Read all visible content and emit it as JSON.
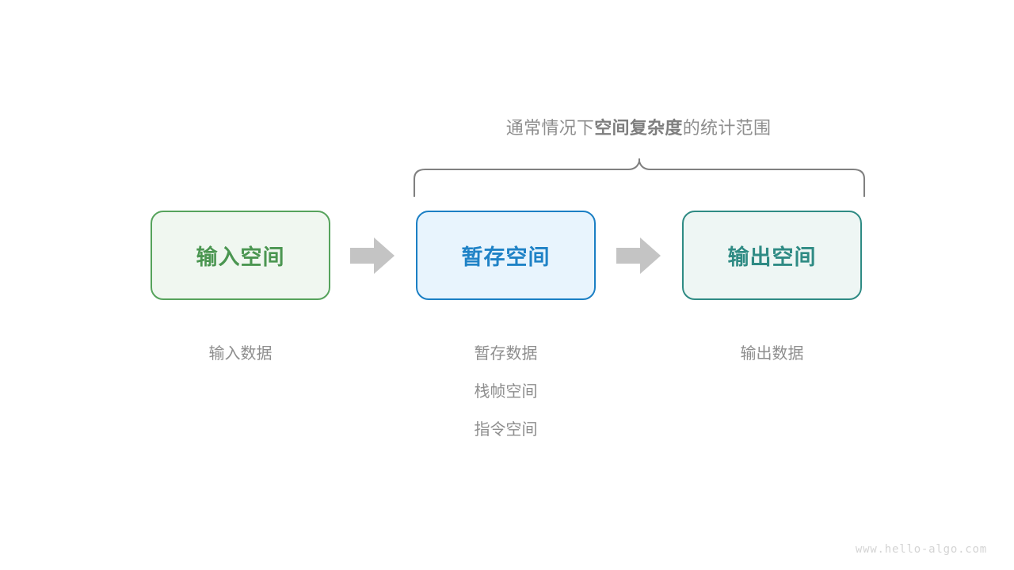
{
  "brace": {
    "caption_prefix": "通常情况下",
    "caption_emphasis": "空间复杂度",
    "caption_suffix": "的统计范围",
    "stroke_color": "#808080"
  },
  "flow": {
    "boxes": [
      {
        "name": "input-space",
        "label": "输入空间",
        "fill": "#f0f7f0",
        "border": "#56a35c",
        "text": "#4b9651"
      },
      {
        "name": "temp-space",
        "label": "暂存空间",
        "fill": "#e8f4fd",
        "border": "#1b7fc4",
        "text": "#1f82c6"
      },
      {
        "name": "output-space",
        "label": "输出空间",
        "fill": "#eef6f4",
        "border": "#2f8b84",
        "text": "#2f8b84"
      }
    ],
    "arrows": [
      {
        "name": "arrow-input-to-temp",
        "color": "#c4c4c4"
      },
      {
        "name": "arrow-temp-to-output",
        "color": "#c4c4c4"
      }
    ]
  },
  "captions": {
    "color": "#8e8e8e",
    "input": [
      "输入数据"
    ],
    "temp": [
      "暂存数据",
      "栈帧空间",
      "指令空间"
    ],
    "output": [
      "输出数据"
    ]
  },
  "watermark": {
    "text": "www.hello-algo.com",
    "color": "#d4d4d4"
  }
}
